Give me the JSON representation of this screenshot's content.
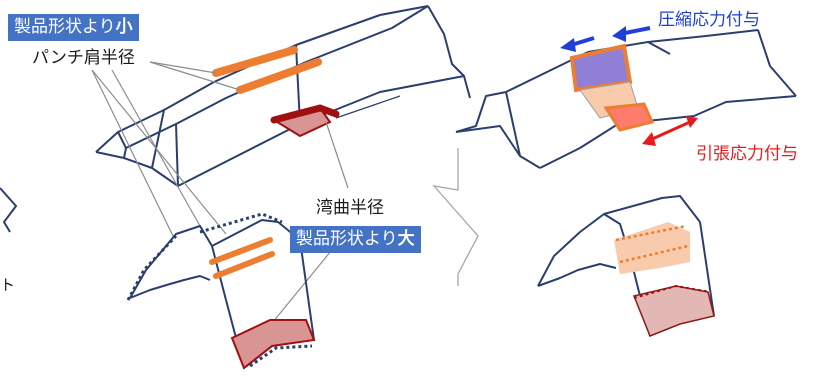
{
  "labels": {
    "smaller_box_text": "製品形状より",
    "smaller_box_emph": "小",
    "punch_shoulder_radius": "パンチ肩半径",
    "bend_radius": "湾曲半径",
    "larger_box_text": "製品形状より",
    "larger_box_emph": "大",
    "compressive_stress": "圧縮応力付与",
    "tensile_stress": "引張応力付与",
    "left_edge_fragment": "ト"
  },
  "colors": {
    "outline": "#2b3f6e",
    "box_fill": "#4472c4",
    "orange": "#ed7d31",
    "orange_light": "#f8cbad",
    "dark_red": "#a01010",
    "pink": "#d99594",
    "purple": "#8f7fd6",
    "salmon": "#ff7b6b",
    "compress_arrow": "#1f3fd6",
    "tension_arrow": "#e8191a",
    "leader_line": "#8c8c8c"
  }
}
